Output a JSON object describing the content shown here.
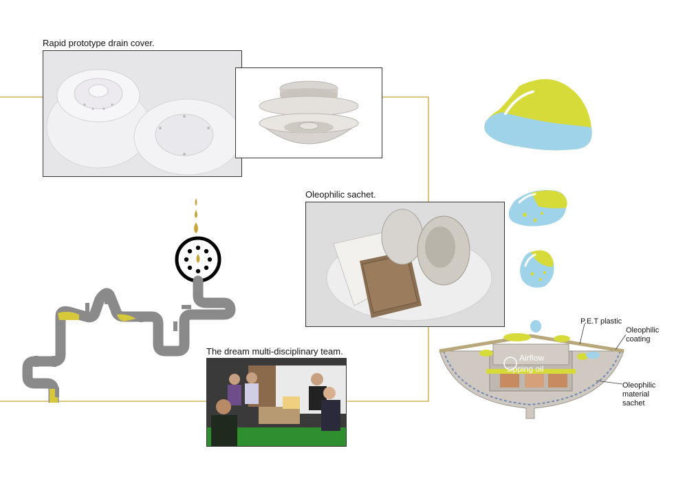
{
  "captions": {
    "drain_cover": "Rapid prototype drain cover.",
    "sachet": "Oleophilic sachet.",
    "team": "The dream multi-disciplinary team."
  },
  "diagram": {
    "airflow_line1": "Airflow",
    "airflow_line2": "sipping oil",
    "label_pet": "P.E.T plastic",
    "label_coating_1": "Oleophilic",
    "label_coating_2": "coating",
    "label_sachet_1": "Oleophilic",
    "label_sachet_2": "material",
    "label_sachet_3": "sachet"
  },
  "colors": {
    "gold_line": "#c8a43a",
    "oil_yellow": "#d6c83a",
    "water_blue": "#9fd3ea",
    "pipe_grey": "#8a8a8a",
    "cover_grey": "#cfc9c2"
  }
}
